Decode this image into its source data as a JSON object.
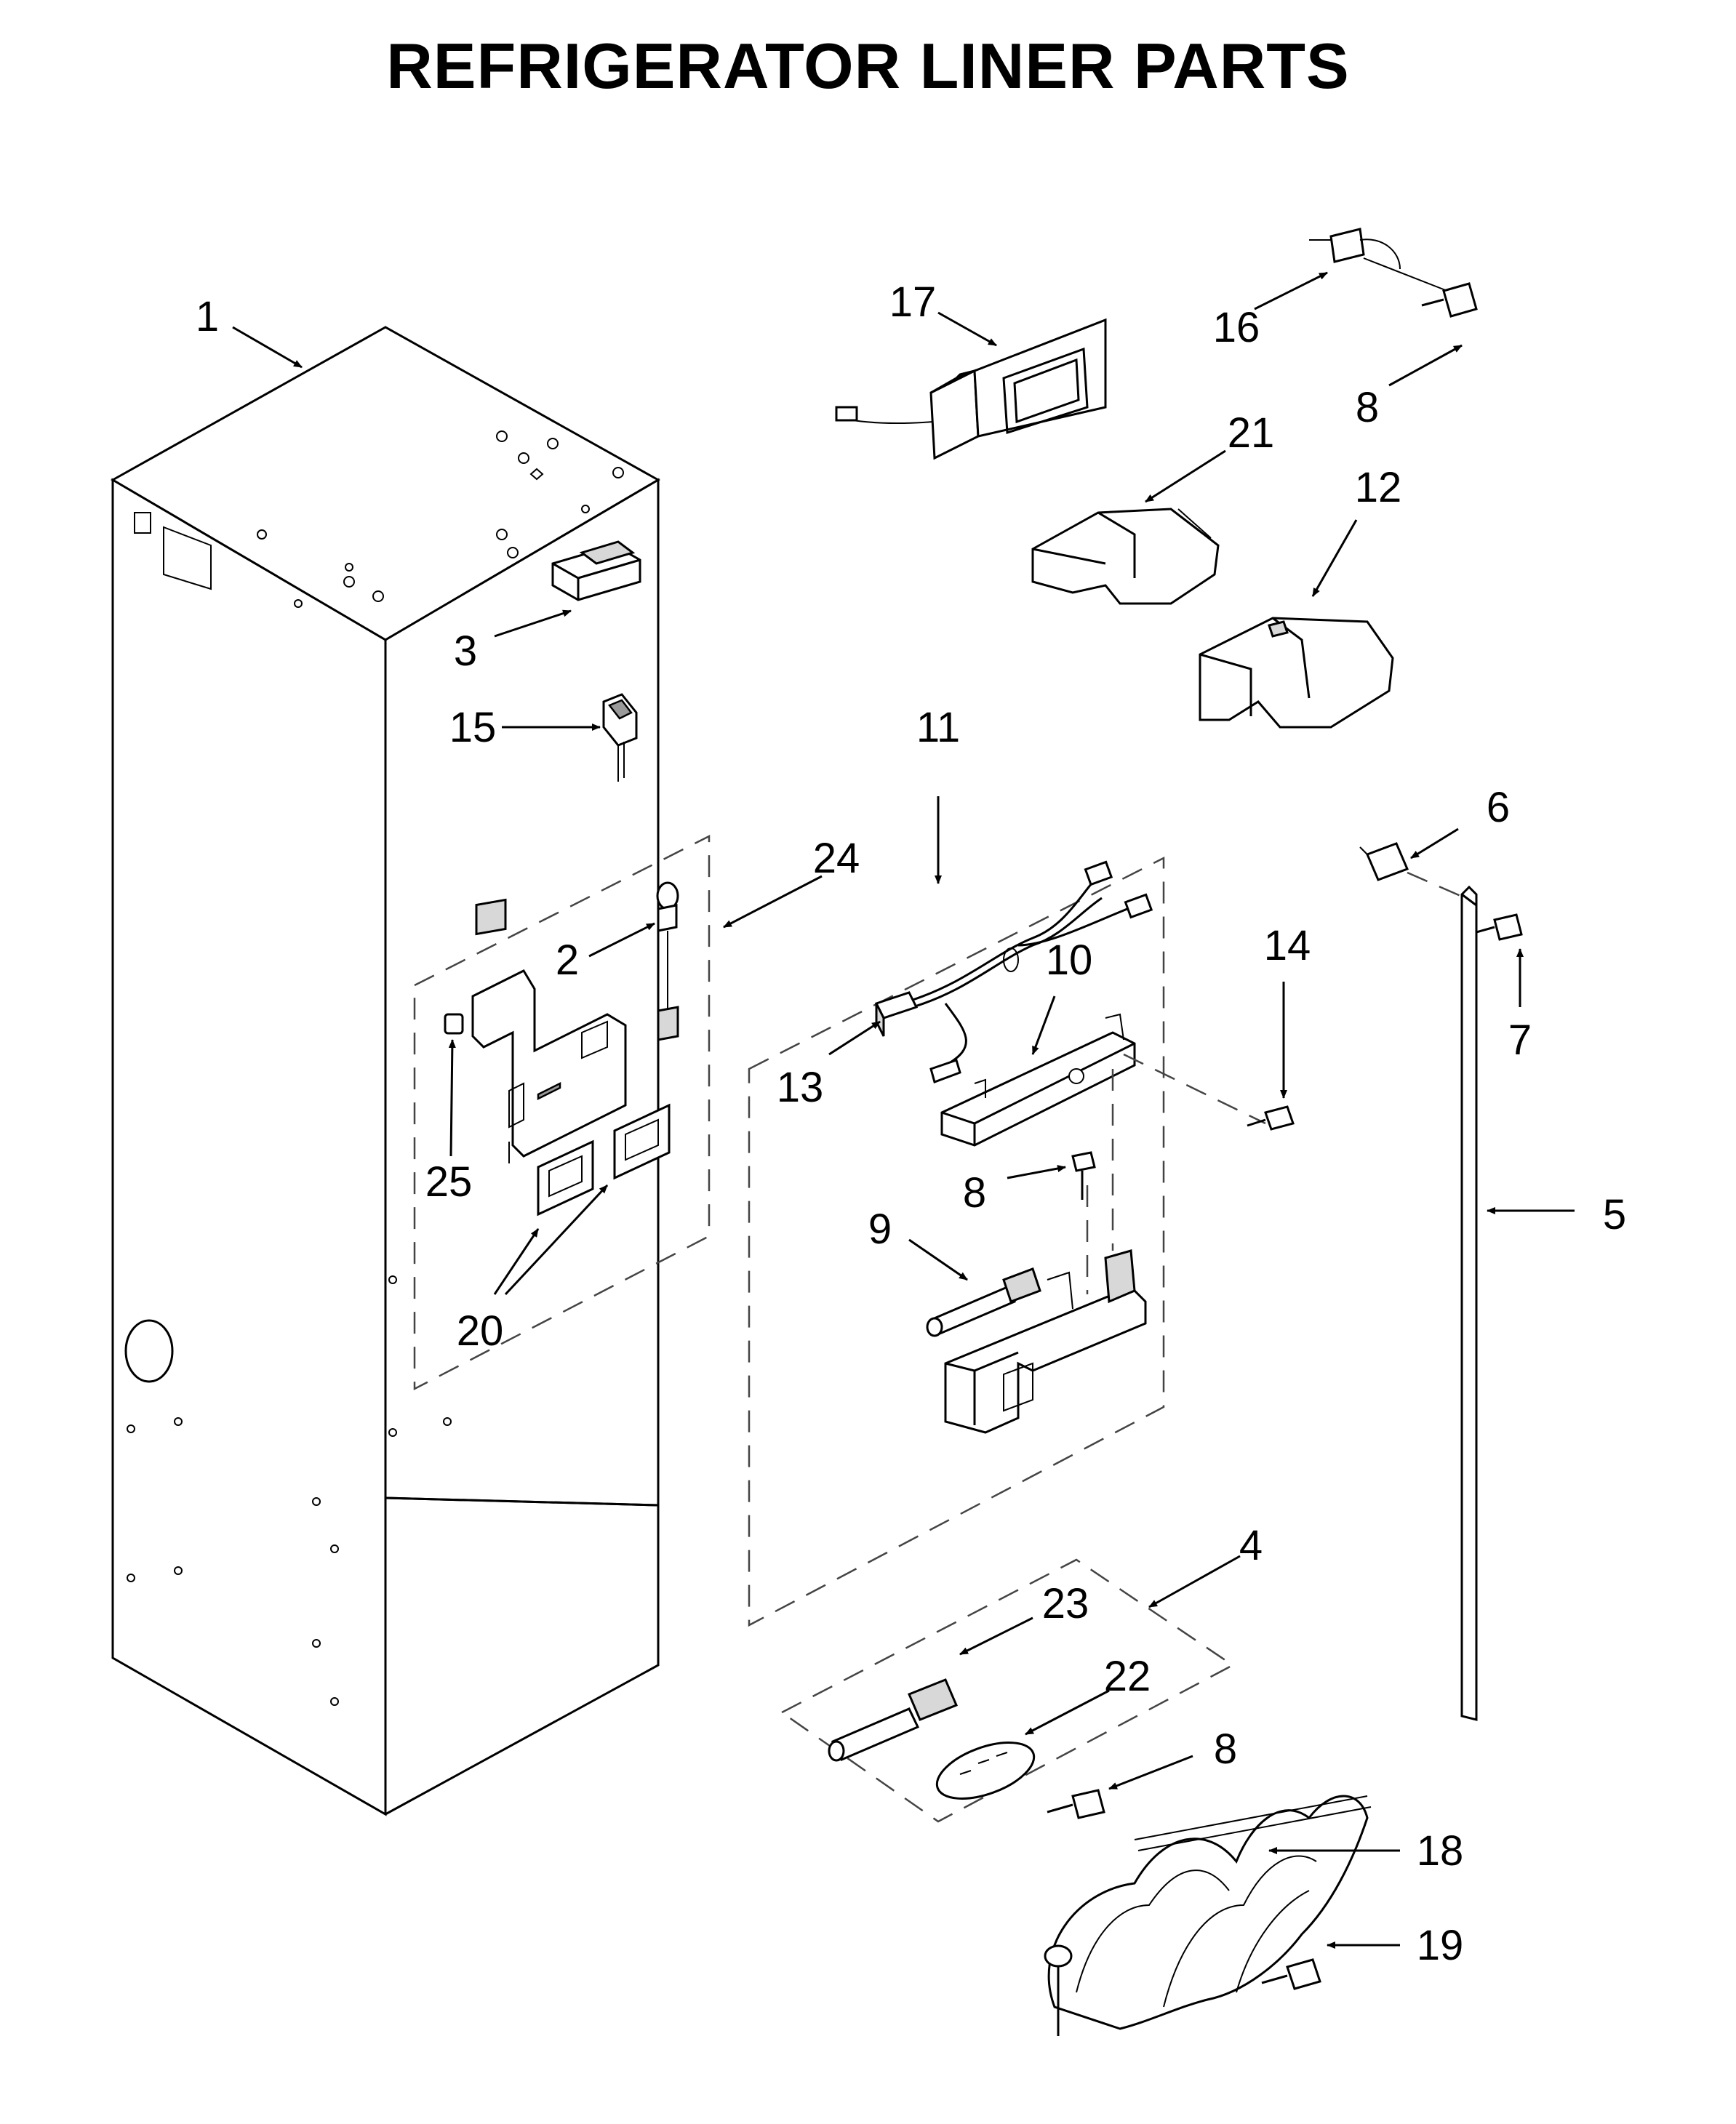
{
  "title": "REFRIGERATOR LINER PARTS",
  "callouts": [
    {
      "id": "1",
      "label": "1"
    },
    {
      "id": "2",
      "label": "2"
    },
    {
      "id": "3",
      "label": "3"
    },
    {
      "id": "4",
      "label": "4"
    },
    {
      "id": "5",
      "label": "5"
    },
    {
      "id": "6",
      "label": "6"
    },
    {
      "id": "7",
      "label": "7"
    },
    {
      "id": "8a",
      "label": "8"
    },
    {
      "id": "8b",
      "label": "8"
    },
    {
      "id": "8c",
      "label": "8"
    },
    {
      "id": "9",
      "label": "9"
    },
    {
      "id": "10",
      "label": "10"
    },
    {
      "id": "11",
      "label": "11"
    },
    {
      "id": "12",
      "label": "12"
    },
    {
      "id": "13",
      "label": "13"
    },
    {
      "id": "14",
      "label": "14"
    },
    {
      "id": "15",
      "label": "15"
    },
    {
      "id": "16",
      "label": "16"
    },
    {
      "id": "17",
      "label": "17"
    },
    {
      "id": "18",
      "label": "18"
    },
    {
      "id": "19",
      "label": "19"
    },
    {
      "id": "20",
      "label": "20"
    },
    {
      "id": "21",
      "label": "21"
    },
    {
      "id": "22",
      "label": "22"
    },
    {
      "id": "23",
      "label": "23"
    },
    {
      "id": "24",
      "label": "24"
    },
    {
      "id": "25",
      "label": "25"
    }
  ]
}
